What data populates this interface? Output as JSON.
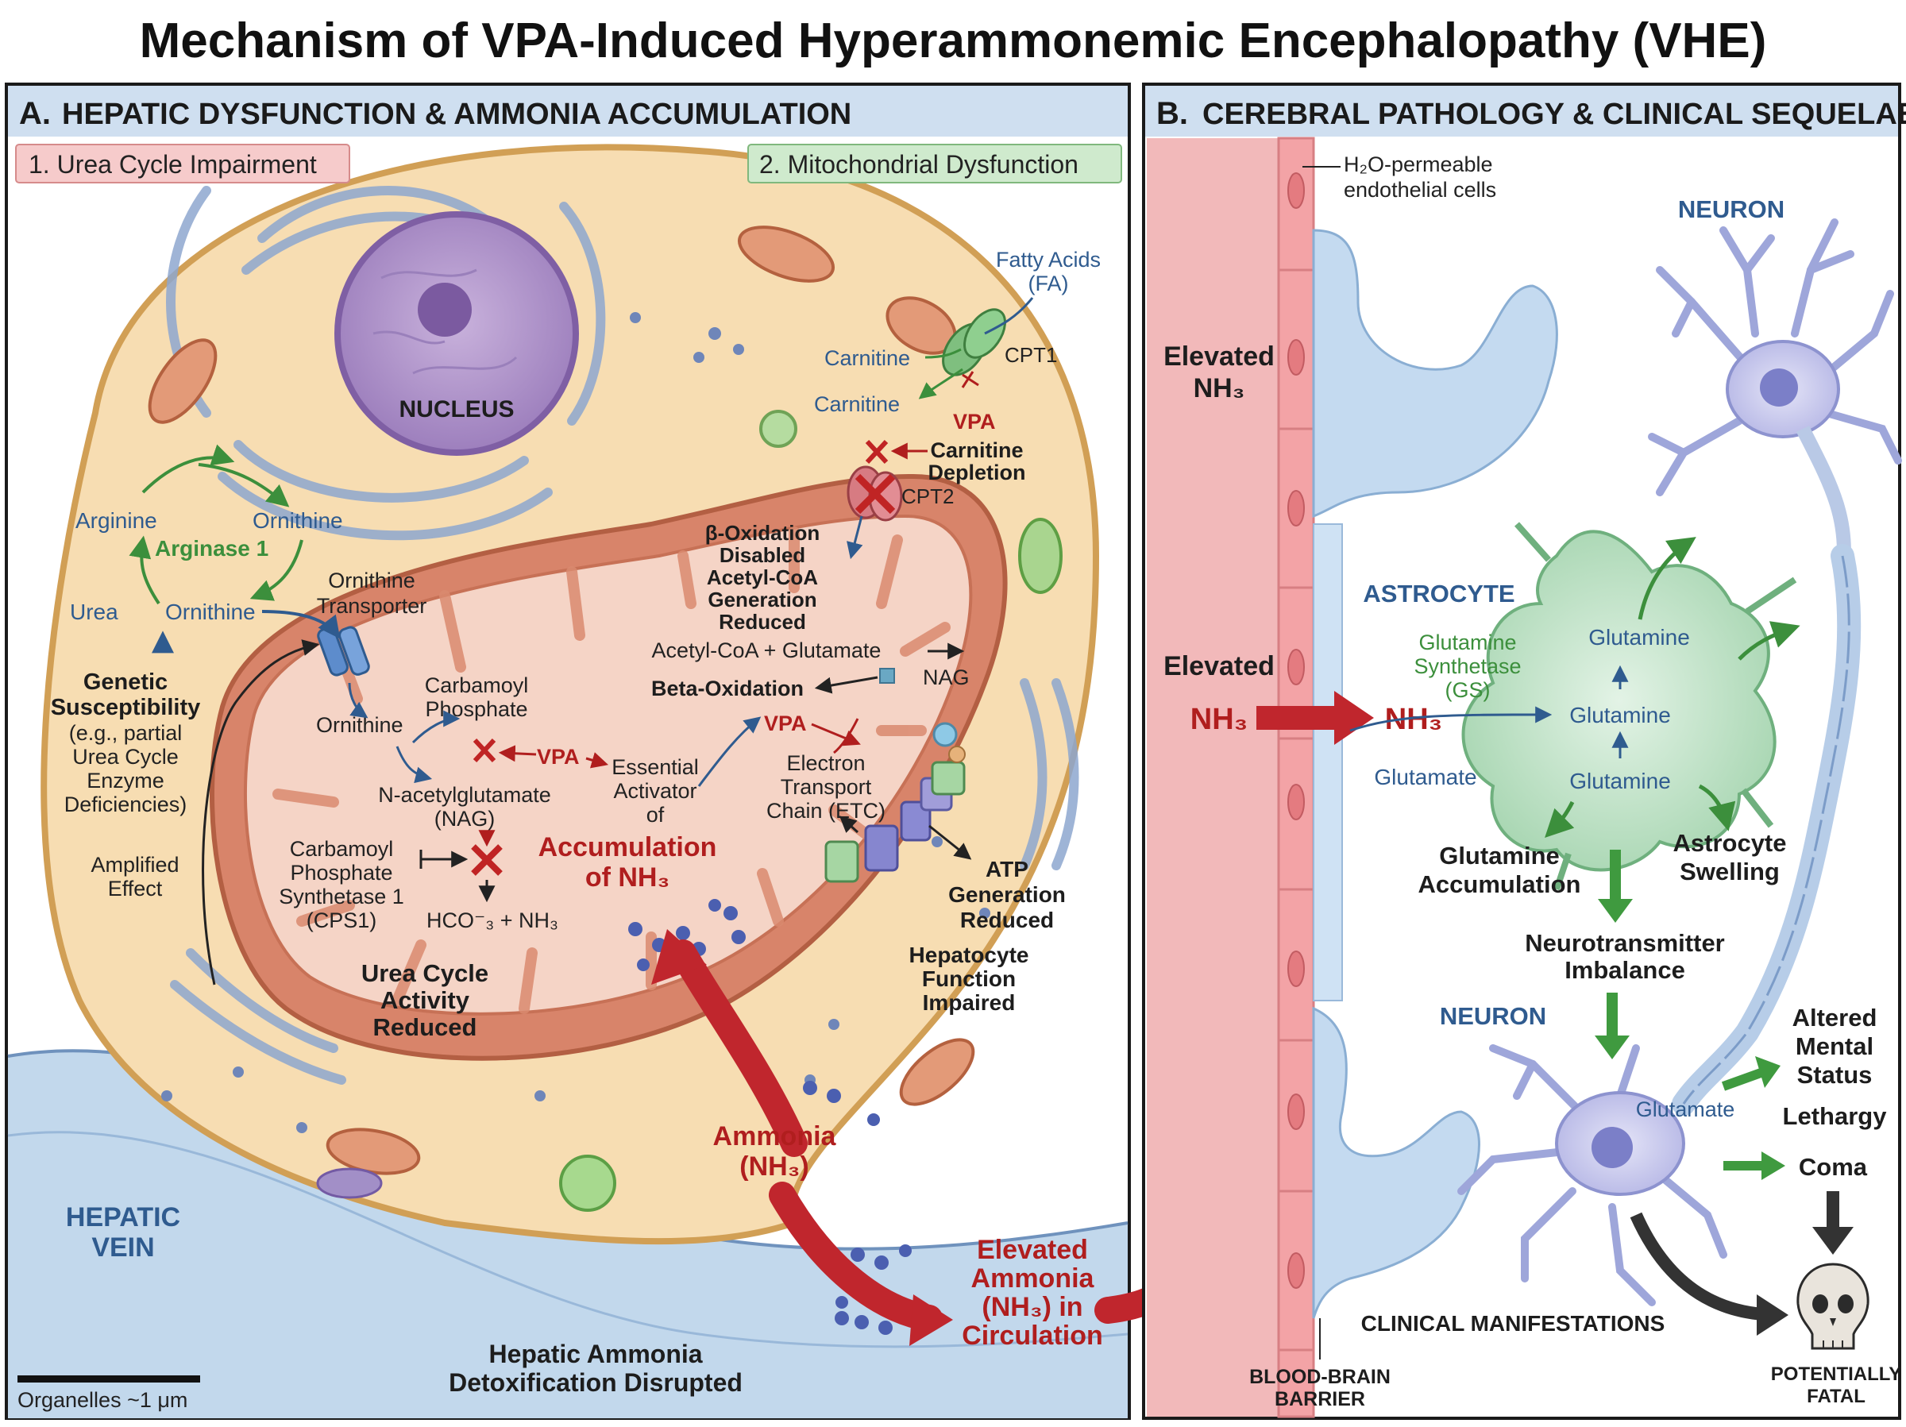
{
  "title": "Mechanism of VPA-Induced Hyperammonemic Encephalopathy (VHE)",
  "panel_a": {
    "letter": "A.",
    "heading": "HEPATIC DYSFUNCTION & AMMONIA ACCUMULATION",
    "box_urea": "1. Urea Cycle Impairment",
    "box_mito": "2. Mitochondrial Dysfunction",
    "nucleus": "NUCLEUS",
    "arginine": "Arginine",
    "ornithine_top": "Ornithine",
    "arginase": "Arginase 1",
    "urea": "Urea",
    "ornithine_mid": "Ornithine",
    "ornithine_transporter": [
      "Ornithine",
      "Transporter"
    ],
    "genetic": [
      "Genetic",
      "Susceptibility"
    ],
    "genetic_note": [
      "(e.g., partial",
      "Urea Cycle",
      "Enzyme",
      "Deficiencies)"
    ],
    "amplified": [
      "Amplified",
      "Effect"
    ],
    "ornithine_in": "Ornithine",
    "carbamoyl_phosphate": [
      "Carbamoyl",
      "Phosphate"
    ],
    "vpa": "VPA",
    "essential_activator": [
      "Essential",
      "Activator",
      "of"
    ],
    "nag": [
      "N-acetylglutamate",
      "(NAG)"
    ],
    "cps1": [
      "Carbamoyl",
      "Phosphate",
      "Synthetase 1",
      "(CPS1)"
    ],
    "hco3": "HCO⁻₃ + NH₃",
    "accumulation": [
      "Accumulation",
      "of NH₃"
    ],
    "urea_reduced": [
      "Urea Cycle",
      "Activity",
      "Reduced"
    ],
    "fatty_acids": [
      "Fatty Acids",
      "(FA)"
    ],
    "carnitine_1": "Carnitine",
    "carnitine_2": "Carnitine",
    "cpt1": "CPT1",
    "cpt2": "CPT2",
    "vpa_top": "VPA",
    "carnitine_depletion": [
      "Carnitine",
      "Depletion"
    ],
    "beta_disabled": [
      "β-Oxidation",
      "Disabled",
      "Acetyl-CoA",
      "Generation",
      "Reduced"
    ],
    "acetyl_glutamate": "Acetyl-CoA + Glutamate",
    "beta_oxidation": "Beta-Oxidation",
    "nag_short": "NAG",
    "vpa_mid": "VPA",
    "etc": [
      "Electron",
      "Transport",
      "Chain (ETC)"
    ],
    "atp": [
      "ATP",
      "Generation",
      "Reduced"
    ],
    "hepatocyte": [
      "Hepatocyte",
      "Function",
      "Impaired"
    ],
    "ammonia": [
      "Ammonia",
      "(NH₃)"
    ],
    "elevated_circ": [
      "Elevated",
      "Ammonia",
      "(NH₃) in",
      "Circulation"
    ],
    "hepatic_vein": [
      "HEPATIC",
      "VEIN"
    ],
    "detox": [
      "Hepatic Ammonia",
      "Detoxification Disrupted"
    ],
    "scale": "Organelles ~1 μm"
  },
  "panel_b": {
    "letter": "B.",
    "heading": "CEREBRAL PATHOLOGY & CLINICAL SEQUELAE",
    "endothelial": [
      "H₂O-permeable",
      "endothelial cells"
    ],
    "elevated_1": [
      "Elevated",
      "NH₃"
    ],
    "elevated_2": "Elevated",
    "nh3_left": "NH₃",
    "nh3_right": "NH₃",
    "astrocyte": "ASTROCYTE",
    "gs": [
      "Glutamine",
      "Synthetase",
      "(GS)"
    ],
    "glutamate_in": "Glutamate",
    "glutamine_top": "Glutamine",
    "glutamine_mid": "Glutamine",
    "glutamine_bot": "Glutamine",
    "glutamine_accum": [
      "Glutamine",
      "Accumulation"
    ],
    "astro_swelling": [
      "Astrocyte",
      "Swelling"
    ],
    "neurotransmitter": [
      "Neurotransmitter",
      "Imbalance"
    ],
    "neuron_top": "NEURON",
    "neuron_bottom": "NEURON",
    "glutamate_neuron": "Glutamate",
    "altered": [
      "Altered",
      "Mental",
      "Status"
    ],
    "lethargy": "Lethargy",
    "coma": "Coma",
    "clinical": "CLINICAL MANIFESTATIONS",
    "fatal": [
      "POTENTIALLY",
      "FATAL"
    ],
    "bbb": [
      "BLOOD-BRAIN",
      "BARRIER"
    ]
  }
}
